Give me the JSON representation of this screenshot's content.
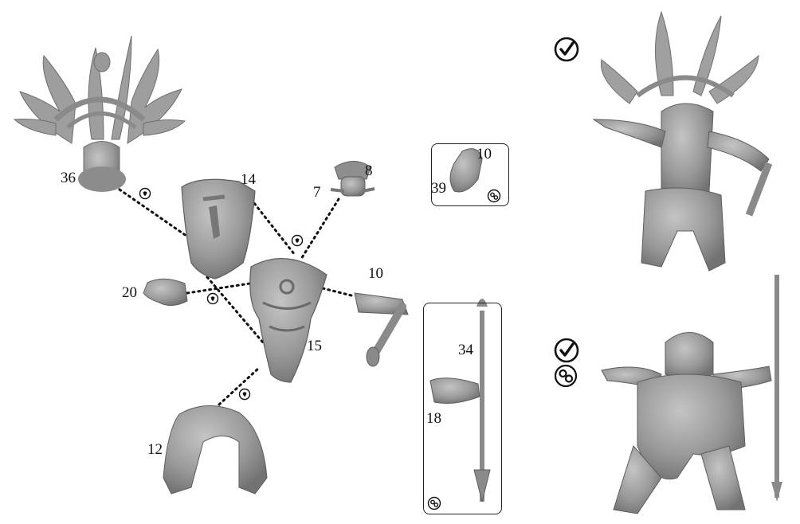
{
  "parts": {
    "crest_36": "36",
    "cloak_14": "14",
    "head_8": "8",
    "head_7": "7",
    "torso_15": "15",
    "arm_10": "10",
    "hand_20": "20",
    "legs_12": "12"
  },
  "alt_heads_box": {
    "head_10": "10",
    "head_39": "39"
  },
  "staff_box": {
    "staff_34": "34",
    "arm_18": "18"
  },
  "icons": {
    "glue": "glue-drop-icon",
    "check": "checkmark-circle-icon",
    "alternate": "gears-icon"
  },
  "colors": {
    "miniature_fill": "#9c9c9c",
    "miniature_shade": "#7c7c7c",
    "line": "#111111"
  }
}
